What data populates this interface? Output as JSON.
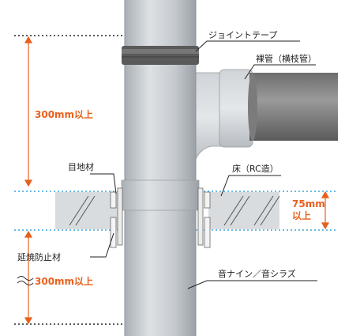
{
  "labels": {
    "joint_tape": "ジョイントテープ",
    "bare_pipe": "裸管（横枝管）",
    "joint_material": "目地材",
    "floor": "床（RC造）",
    "fire_stop": "延焼防止材",
    "pipe": "音ナイン／音シラズ"
  },
  "dimensions": {
    "upper": "300mm以上",
    "lower": "300mm以上",
    "slab_line1": "75mm",
    "slab_line2": "以上"
  },
  "colors": {
    "dimension": "#e8601c",
    "dotted_blue": "#3aa6d8",
    "pipe_fill": "#c8cdd2",
    "slab_fill": "#d9dcdf"
  }
}
